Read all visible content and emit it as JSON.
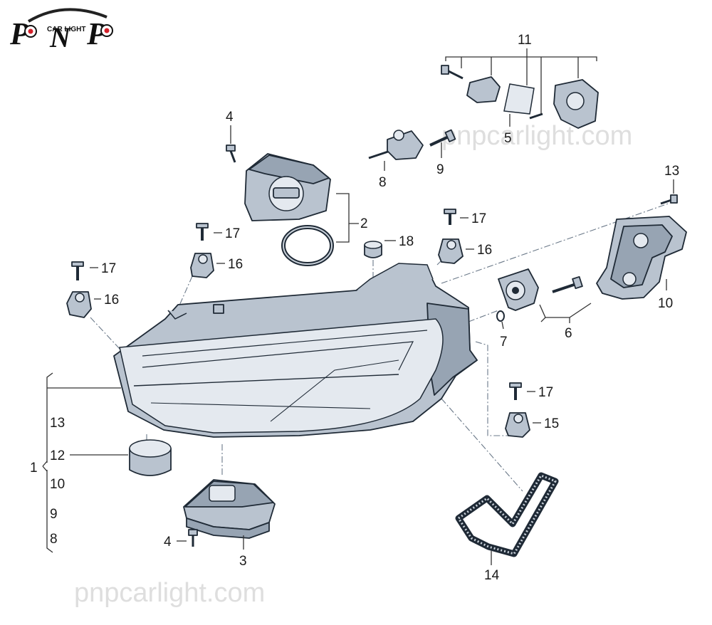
{
  "logo": {
    "text": "CAR LIGHT"
  },
  "watermark": {
    "text": "pnpcarlight.com"
  },
  "callouts": {
    "c1": "1",
    "c2": "2",
    "c3": "3",
    "c4a": "4",
    "c4b": "4",
    "c5": "5",
    "c6": "6",
    "c7": "7",
    "c8": "8",
    "c9": "9",
    "c10": "10",
    "c11": "11",
    "c13": "13",
    "c14": "14",
    "c15": "15",
    "c16a": "16",
    "c16b": "16",
    "c16c": "16",
    "c17a": "17",
    "c17b": "17",
    "c17c": "17",
    "c17d": "17",
    "c18": "18"
  },
  "assembly_list": [
    "13",
    "12",
    "10",
    "9",
    "8"
  ],
  "colors": {
    "outline": "#1f2a36",
    "part_fill": "#b9c3cf",
    "label": "#1a1a1a"
  }
}
